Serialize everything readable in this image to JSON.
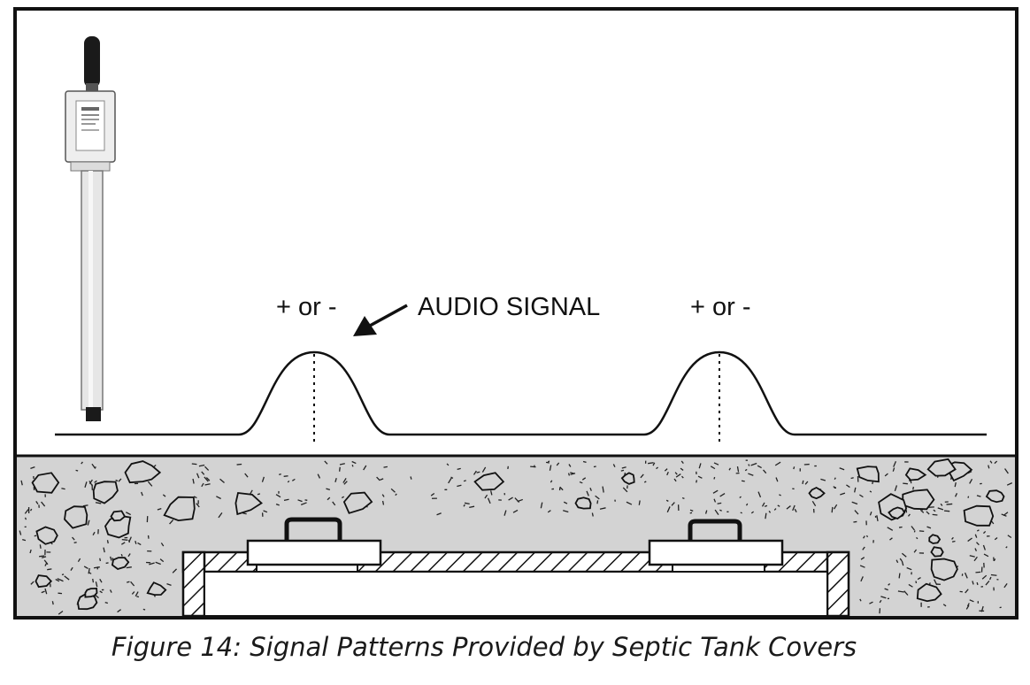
{
  "labels": {
    "peak_left": "+ or -",
    "peak_right": "+ or -",
    "audio_signal": "AUDIO SIGNAL"
  },
  "caption": "Figure 14:  Signal Patterns Provided by Septic Tank Covers",
  "icons": {
    "locator": "receiver-wand-icon",
    "arrow": "pointer-arrow-icon"
  },
  "colors": {
    "soil_fill": "#d3d3d3",
    "line": "#111111",
    "wand_body": "#e9e9e9",
    "wand_grip": "#1a1a1a"
  }
}
